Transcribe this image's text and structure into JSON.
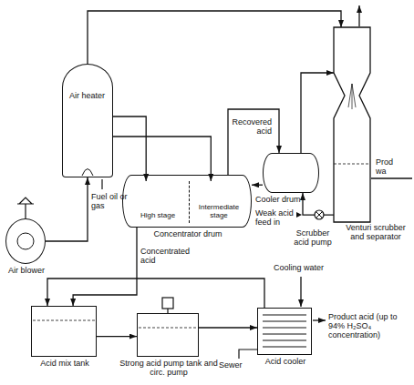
{
  "diagram": {
    "nodes": [
      {
        "text": [
          "Air heater"
        ]
      },
      {
        "text": [
          "Air blower"
        ]
      },
      {
        "text": [
          "Concentrator drum"
        ]
      },
      {
        "text": [
          "High stage"
        ],
        "in": 2
      },
      {
        "text": [
          "Intermediate stage"
        ],
        "in": 2
      },
      {
        "text": [
          "Cooler drum"
        ]
      },
      {
        "text": [
          "Venturi scrubber and separator"
        ]
      },
      {
        "text": [
          "Acid mix tank"
        ]
      },
      {
        "text": [
          "Strong acid pump tank and circ. pump"
        ]
      },
      {
        "text": [
          "Acid cooler"
        ]
      }
    ],
    "edges": [
      {
        "from": 1,
        "to": 0,
        "arrow": "to"
      },
      {
        "from": 0,
        "to": 3,
        "arrow": "to"
      },
      {
        "from": 0,
        "to": 4,
        "arrow": "to"
      },
      {
        "from": 2,
        "to": 5,
        "arrow": "to"
      },
      {
        "from": 5,
        "to": 2,
        "arrow": "to"
      },
      {
        "from": 5,
        "to": 6,
        "arrow": "to"
      },
      {
        "from": 6,
        "to": 5,
        "arrow": "to"
      },
      {
        "from": 2,
        "to": 7,
        "arrow": "to"
      },
      {
        "from": 7,
        "to": 8,
        "arrow": "to"
      },
      {
        "from": 8,
        "to": 9,
        "arrow": "to"
      },
      {
        "from": 9,
        "to": 7,
        "arrow": "to"
      },
      {
        "from": 0,
        "to": 6,
        "arrow": "to"
      }
    ],
    "labels": [
      "Fuel oil or gas",
      "Recovered acid",
      "Weak acid feed in",
      "Scrubber acid pump",
      "Prod",
      "wa",
      "Concentrated acid",
      "Cooling water",
      "Product acid (up to 94% H₂SO₄ concentration)",
      "Sewer"
    ]
  }
}
